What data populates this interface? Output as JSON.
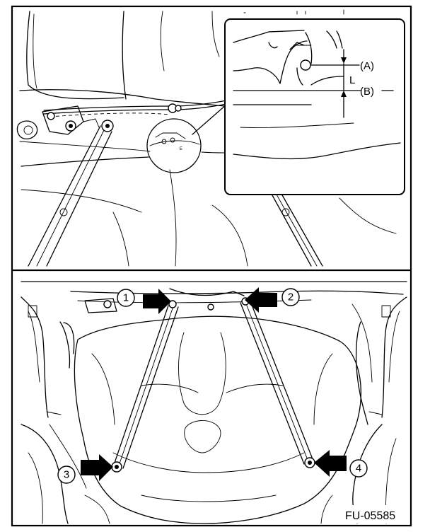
{
  "detail": {
    "label_a": "(A)",
    "label_b": "(B)",
    "label_l": "L"
  },
  "callouts": [
    {
      "number": "1"
    },
    {
      "number": "2"
    },
    {
      "number": "3"
    },
    {
      "number": "4"
    }
  ],
  "figure_code": "FU-05585"
}
